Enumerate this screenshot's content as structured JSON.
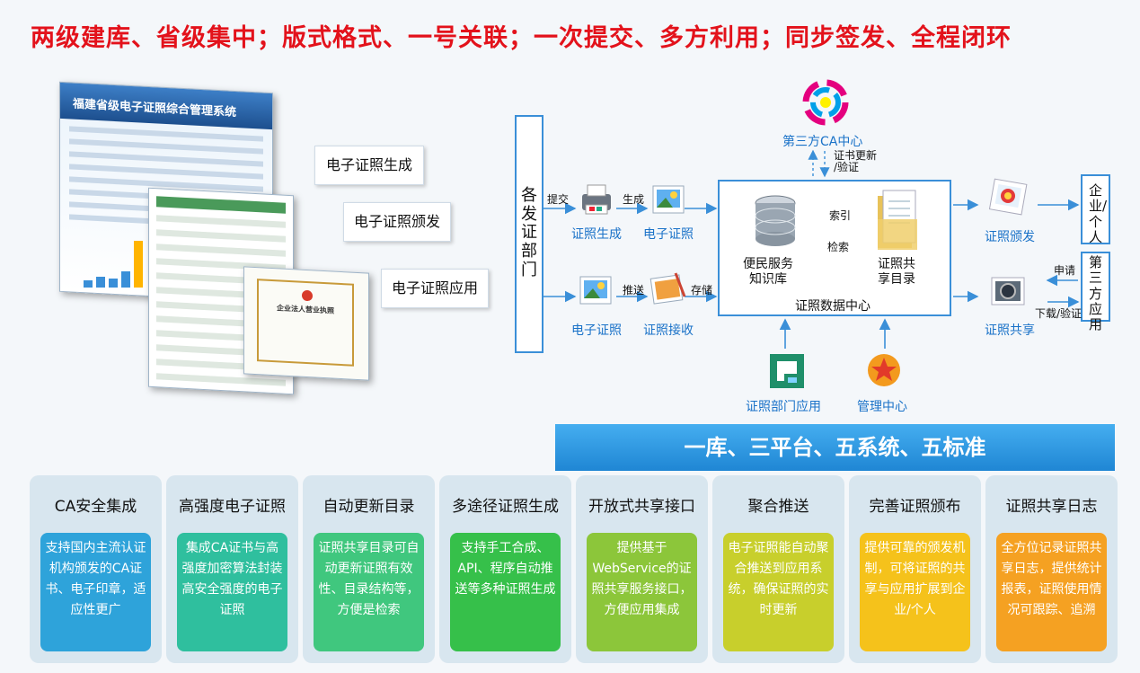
{
  "headline": "两级建库、省级集中；版式格式、一号关联；一次提交、多方利用；同步签发、全程闭环",
  "screens": {
    "window_title": "福建省级电子证照综合管理系统",
    "doc_title": "企业法人营业执照"
  },
  "tags": [
    "电子证照生成",
    "电子证照颁发",
    "电子证照应用"
  ],
  "diagram": {
    "issuer": "各发证部门",
    "ca_center": "第三方CA中心",
    "cert_update": "证书更新\n/验证",
    "submit": "提交",
    "generate_arrow": "生成",
    "push": "推送",
    "store": "存储",
    "cert_gen": "证照生成",
    "e_cert_top": "电子证照",
    "e_cert_bottom": "电子证照",
    "cert_receive": "证照接收",
    "knowledge_base": "便民服务\n知识库",
    "shared_catalog": "证照共\n享目录",
    "index": "索引",
    "search": "检索",
    "data_center": "证照数据中心",
    "cert_issue": "证照颁发",
    "cert_share": "证照共享",
    "enterprise": "企业/个人",
    "third_party": "第三方应用",
    "apply": "申请",
    "download_verify": "下载/验证",
    "dept_app": "证照部门应用",
    "mgmt_center": "管理中心"
  },
  "banner": "一库、三平台、五系统、五标准",
  "cards": [
    {
      "title": "CA安全集成",
      "body": "支持国内主流认证机构颁发的CA证书、电子印章，适应性更广",
      "color": "#2ea3da"
    },
    {
      "title": "高强度电子证照",
      "body": "集成CA证书与高强度加密算法封装高安全强度的电子证照",
      "color": "#2fbf9e"
    },
    {
      "title": "自动更新目录",
      "body": "证照共享目录可自动更新证照有效性、目录结构等，方便是检索",
      "color": "#40c77e"
    },
    {
      "title": "多途径证照生成",
      "body": "支持手工合成、API、程序自动推送等多种证照生成",
      "color": "#36c04a"
    },
    {
      "title": "开放式共享接口",
      "body": "提供基于WebService的证照共享服务接口，方便应用集成",
      "color": "#8cc63a"
    },
    {
      "title": "聚合推送",
      "body": "电子证照能自动聚合推送到应用系统，确保证照的实时更新",
      "color": "#c8cf2c"
    },
    {
      "title": "完善证照颁布",
      "body": "提供可靠的颁发机制，可将证照的共享与应用扩展到企业/个人",
      "color": "#f5c21b"
    },
    {
      "title": "证照共享日志",
      "body": "全方位记录证照共享日志，提供统计报表，证照使用情况可跟踪、追溯",
      "color": "#f5a122"
    }
  ]
}
